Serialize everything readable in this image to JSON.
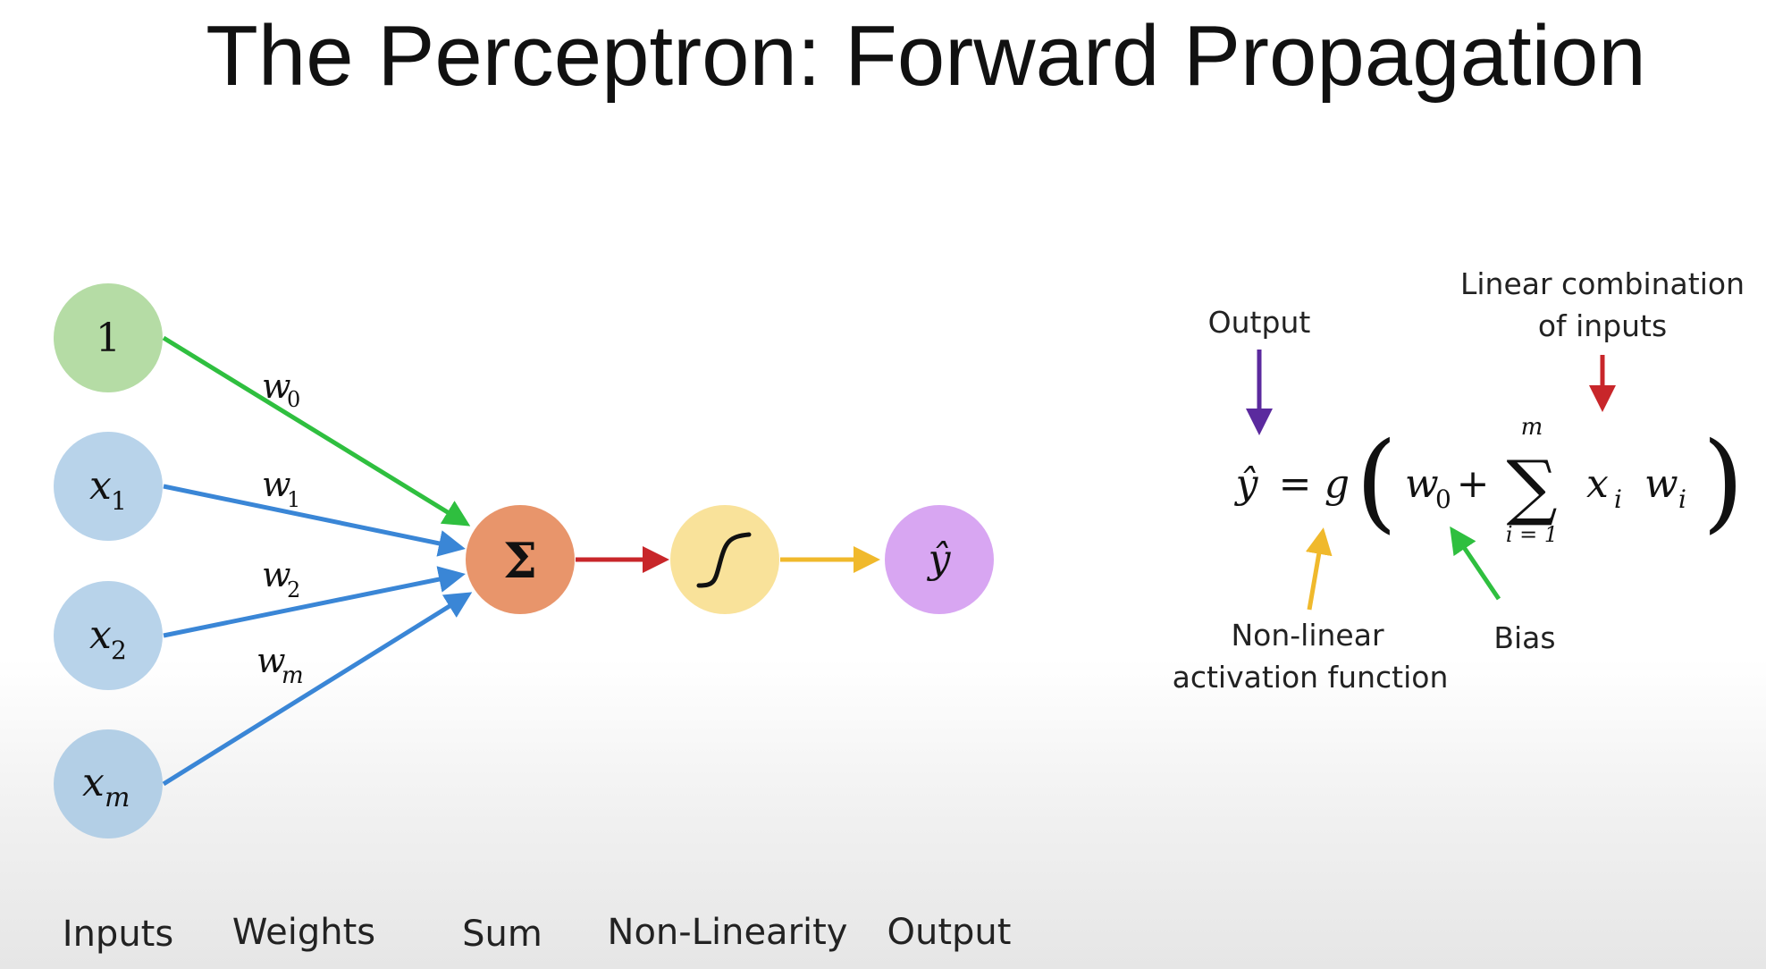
{
  "title": "The Perceptron: Forward Propagation",
  "colors": {
    "bias_node": "#b5dca5",
    "input_node": "#b8d3ea",
    "sum_node": "#e8956b",
    "nonlinearity_node": "#f9e29a",
    "output_node": "#d8a6f2",
    "bias_arrow": "#2fbf3f",
    "input_arrow": "#3a86d6",
    "sum_arrow": "#c8262a",
    "activation_arrow": "#f0b92c",
    "output_pointer": "#5b2a9e"
  },
  "diagram": {
    "inputs": [
      {
        "main": "1",
        "sub": ""
      },
      {
        "main": "x",
        "sub": "1"
      },
      {
        "main": "x",
        "sub": "2"
      },
      {
        "main": "x",
        "sub": "m"
      }
    ],
    "weights": [
      {
        "main": "w",
        "sub": "0"
      },
      {
        "main": "w",
        "sub": "1"
      },
      {
        "main": "w",
        "sub": "2"
      },
      {
        "main": "w",
        "sub": "m"
      }
    ],
    "sum_symbol": "Σ",
    "output_symbol": "ŷ",
    "stage_labels": [
      "Inputs",
      "Weights",
      "Sum",
      "Non-Linearity",
      "Output"
    ]
  },
  "equation": {
    "lhs": "ŷ",
    "equals": "=",
    "g": "g",
    "open_paren": "(",
    "w": "w",
    "w_sub": "0",
    "plus": "+",
    "sigma": "∑",
    "upper": "m",
    "lower": "i = 1",
    "x": "x",
    "x_sub": "i",
    "w2": "w",
    "w2_sub": "i",
    "close_paren": ")",
    "annotations": {
      "output": "Output",
      "linear_line1": "Linear combination",
      "linear_line2": "of inputs",
      "nonlinear_line1": "Non-linear",
      "nonlinear_line2": "activation function",
      "bias": "Bias"
    }
  }
}
